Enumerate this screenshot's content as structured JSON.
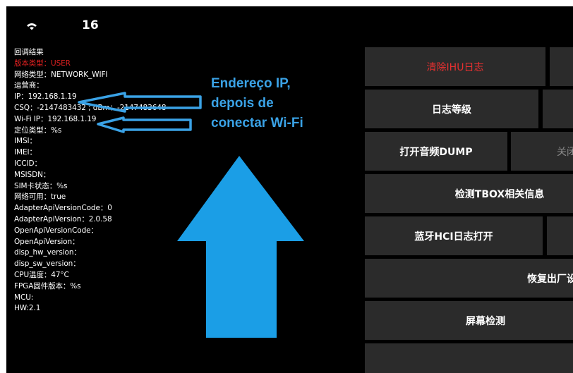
{
  "status_bar": {
    "time": "16",
    "wifi_icon": "wifi-icon"
  },
  "info": {
    "lines": [
      {
        "text": "回调结果",
        "color": "#ffffff"
      },
      {
        "text": "版本类型：USER",
        "color": "#e02020"
      },
      {
        "text": "网络类型：NETWORK_WIFI",
        "color": "#ffffff"
      },
      {
        "text": "运营商：",
        "color": "#ffffff"
      },
      {
        "text": "IP：192.168.1.19",
        "color": "#ffffff"
      },
      {
        "text": "CSQ：-2147483432 ; dBm：-2147483648",
        "color": "#ffffff"
      },
      {
        "text": "Wi-Fi IP：192.168.1.19",
        "color": "#ffffff"
      },
      {
        "text": "定位类型：%s",
        "color": "#ffffff"
      },
      {
        "text": "IMSI：",
        "color": "#ffffff"
      },
      {
        "text": "IMEI：",
        "color": "#ffffff"
      },
      {
        "text": "ICCID：",
        "color": "#ffffff"
      },
      {
        "text": "MSISDN：",
        "color": "#ffffff"
      },
      {
        "text": "SIM卡状态：%s",
        "color": "#ffffff"
      },
      {
        "text": "网络可用：true",
        "color": "#ffffff"
      },
      {
        "text": "AdapterApiVersionCode：0",
        "color": "#ffffff"
      },
      {
        "text": "AdapterApiVersion：2.0.58",
        "color": "#ffffff"
      },
      {
        "text": "OpenApiVersionCode：",
        "color": "#ffffff"
      },
      {
        "text": "OpenApiVersion：",
        "color": "#ffffff"
      },
      {
        "text": "disp_hw_version：",
        "color": "#ffffff"
      },
      {
        "text": "disp_sw_version：",
        "color": "#ffffff"
      },
      {
        "text": "CPU温度：47°C",
        "color": "#ffffff"
      },
      {
        "text": "FPGA固件版本：%s",
        "color": "#ffffff"
      },
      {
        "text": "MCU:",
        "color": "#ffffff"
      },
      {
        "text": "HW:2.1",
        "color": "#ffffff"
      }
    ]
  },
  "annotation": {
    "line1": "Endereço IP,",
    "line2": "depois de",
    "line3": "conectar Wi-Fi",
    "color": "#3aa2e6"
  },
  "buttons": {
    "clear_ihu_log": "清除IHU日志",
    "log_level": "日志等级",
    "open_audio_dump": "打开音频DUMP",
    "close_partial": "关闭",
    "detect_tbox": "检测TBOX相关信息",
    "bt_hci_log_open": "蓝牙HCI日志打开",
    "restore_factory_partial": "恢复出厂设",
    "screen_detect": "屏幕检测"
  },
  "colors": {
    "background": "#000000",
    "button_bg": "#2b2b2b",
    "warning_red": "#e53030"
  }
}
